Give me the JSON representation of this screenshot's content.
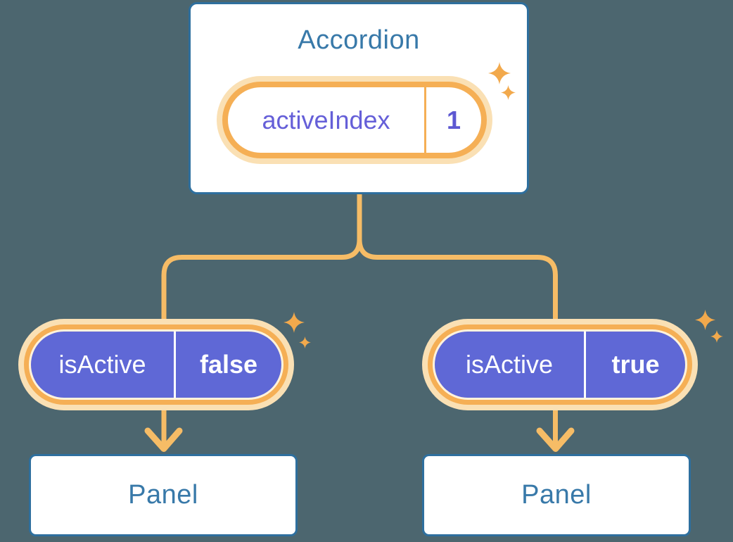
{
  "diagram": {
    "root": {
      "title": "Accordion",
      "state": {
        "name": "activeIndex",
        "value": "1"
      }
    },
    "children": [
      {
        "prop_name": "isActive",
        "prop_value": "false",
        "panel_label": "Panel"
      },
      {
        "prop_name": "isActive",
        "prop_value": "true",
        "panel_label": "Panel"
      }
    ],
    "icons": {
      "sparkle": "four-point-sparkle"
    },
    "colors": {
      "background": "#4C666F",
      "card_background": "#FFFFFF",
      "card_border": "#2E6F9E",
      "card_text": "#3879A9",
      "connector_line": "#F6BC66",
      "pill_ring": "#F5AF55",
      "pill_halo": "#FAE0B4",
      "pill_purple": "#5F68D6",
      "pill_purple_text": "#FFFFFF",
      "state_text": "#655FD8",
      "sparkle": "#F2A94C"
    }
  }
}
